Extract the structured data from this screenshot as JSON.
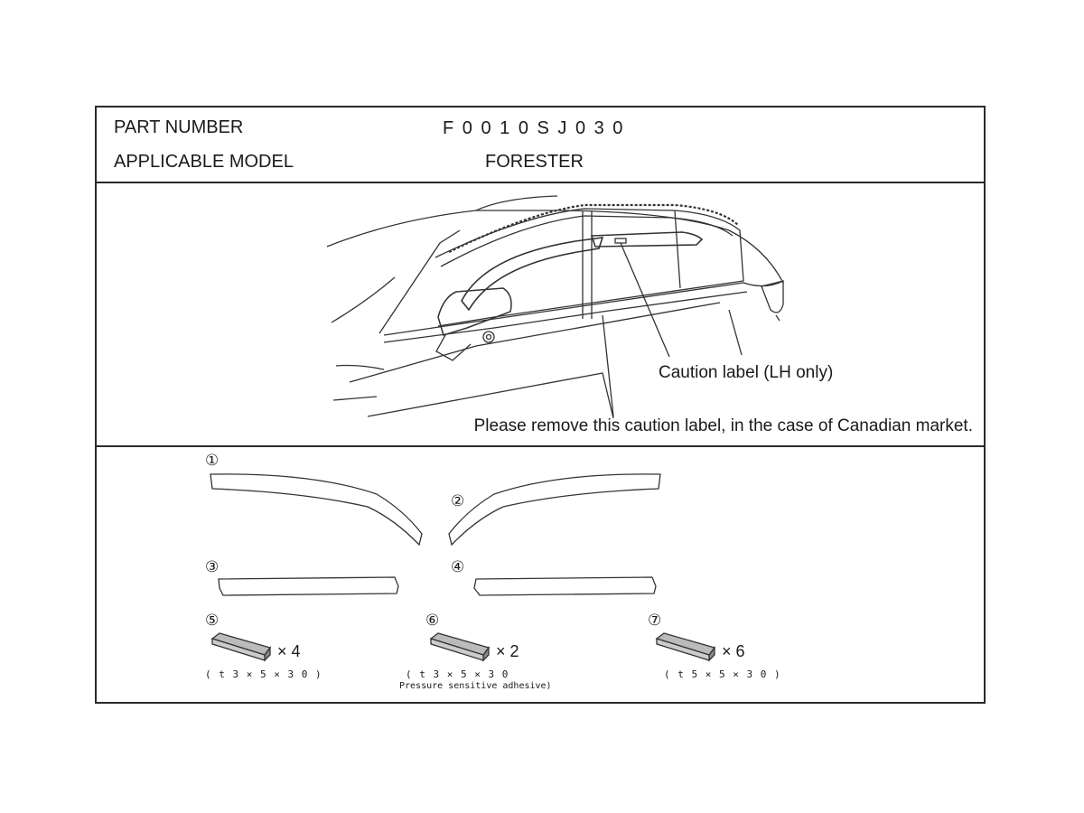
{
  "header": {
    "part_number_label": "PART NUMBER",
    "part_number_value": "F 0 0 1 0 S J 0 3 0",
    "model_label": "APPLICABLE MODEL",
    "model_value": "FORESTER"
  },
  "illustration": {
    "caution_label": "Caution label (LH only)",
    "note": "Please remove this caution label, in the case of Canadian market."
  },
  "parts": {
    "items": [
      {
        "number": "①"
      },
      {
        "number": "②"
      },
      {
        "number": "③"
      },
      {
        "number": "④"
      },
      {
        "number": "⑤",
        "quantity": "× 4",
        "dimension": "( t 3 × 5 × 3 0 )"
      },
      {
        "number": "⑥",
        "quantity": "× 2",
        "dimension": "( t 3 × 5 × 3 0",
        "dimension_note": "Pressure sensitive adhesive)"
      },
      {
        "number": "⑦",
        "quantity": "× 6",
        "dimension": "( t 5 × 5 × 3 0 )"
      }
    ]
  }
}
